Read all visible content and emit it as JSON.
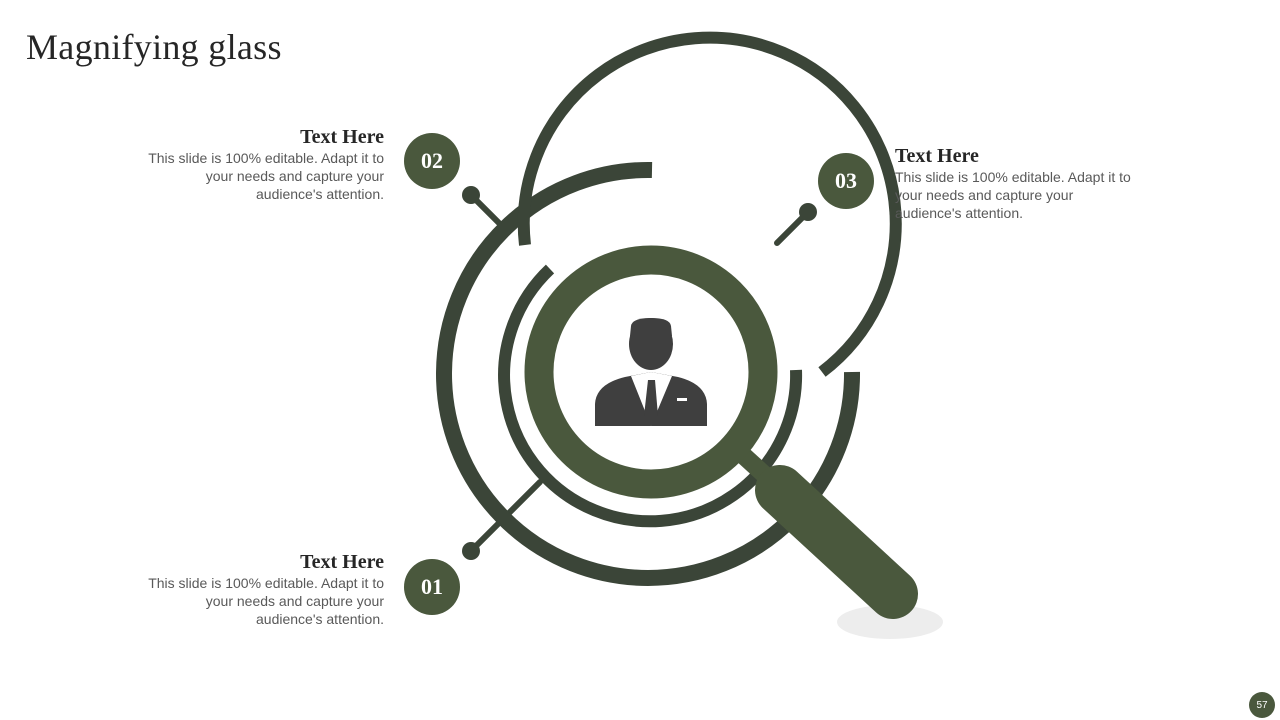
{
  "slide": {
    "title": "Magnifying glass",
    "page_number": "57"
  },
  "items": [
    {
      "number": "02",
      "heading": "Text Here",
      "body": "This slide is 100% editable. Adapt it to your needs and capture your audience's attention."
    },
    {
      "number": "03",
      "heading": "Text Here",
      "body": "This slide is 100% editable. Adapt it to your needs and capture your audience's attention."
    },
    {
      "number": "01",
      "heading": "Text Here",
      "body": "This slide is 100% editable. Adapt it to your needs and capture your audience's attention."
    }
  ],
  "icons": {
    "center": "businessman-icon",
    "main": "magnifying-glass-icon"
  },
  "colors": {
    "dark_green": "#3b4538",
    "olive_green": "#4a583d",
    "person_gray": "#3f3f3f",
    "shadow": "#ededed"
  }
}
